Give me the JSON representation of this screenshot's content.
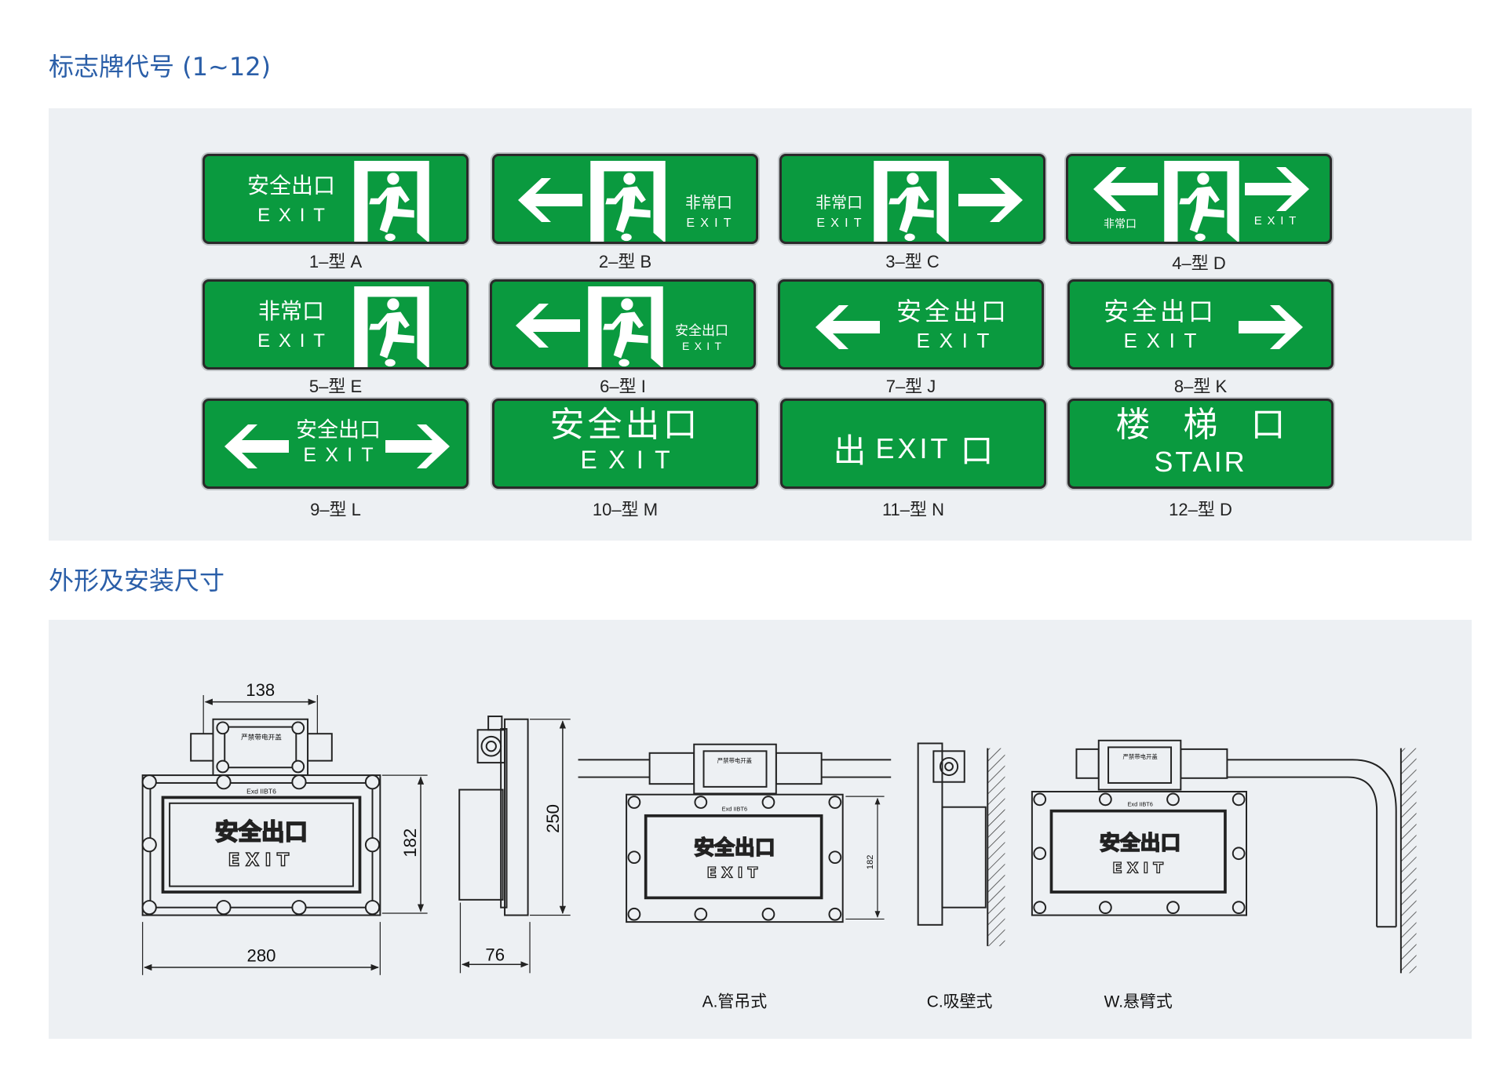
{
  "section1": {
    "title": "标志牌代号 (1~12)"
  },
  "signs": [
    {
      "zh": "安全出口",
      "en": "EXIT",
      "caption": "1–型 A"
    },
    {
      "zh": "非常口",
      "en": "EXIT",
      "caption": "2–型 B"
    },
    {
      "zh": "非常口",
      "en": "EXIT",
      "caption": "3–型 C"
    },
    {
      "zh": "非常口",
      "en": "EXIT",
      "caption": "4–型 D"
    },
    {
      "zh": "非常口",
      "en": "EXIT",
      "caption": "5–型 E"
    },
    {
      "zh": "安全出口",
      "en": "EXIT",
      "caption": "6–型 I"
    },
    {
      "zh": "安全出口",
      "en": "EXIT",
      "caption": "7–型 J"
    },
    {
      "zh": "安全出口",
      "en": "EXIT",
      "caption": "8–型 K"
    },
    {
      "zh": "安全出口",
      "en": "EXIT",
      "caption": "9–型 L"
    },
    {
      "zh": "安全出口",
      "en": "EXIT",
      "caption": "10–型 M"
    },
    {
      "zh_left": "出",
      "en": "EXIT",
      "zh_right": "口",
      "caption": "11–型 N"
    },
    {
      "zh": "楼 梯 口",
      "en": "STAIR",
      "caption": "12–型 D"
    }
  ],
  "section2": {
    "title": "外形及安装尺寸"
  },
  "drawing": {
    "dims": {
      "box_width": "138",
      "height": "182",
      "width": "280",
      "total_height": "250",
      "depth": "76",
      "height_small": "182"
    },
    "junction_label": "严禁带电开盖",
    "ex_mark": "Exd IIBT6",
    "plate_zh": "安全出口",
    "plate_en": "EXIT",
    "mounts": [
      {
        "label": "A.管吊式"
      },
      {
        "label": "C.吸壁式"
      },
      {
        "label": "W.悬臂式"
      }
    ]
  },
  "colors": {
    "sign_green": "#0a9a3f",
    "title_blue": "#2a5ea8",
    "panel": "#edf0f3"
  }
}
